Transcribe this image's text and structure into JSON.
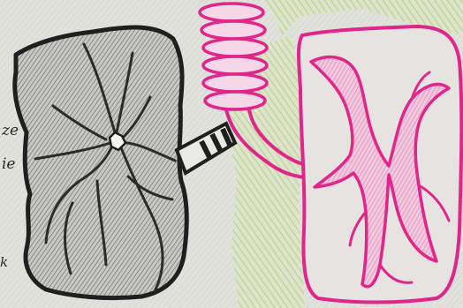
{
  "image": {
    "fragment_texts": [
      "ze",
      "ie",
      "k"
    ]
  },
  "colors": {
    "paper": "#dcdcd6",
    "graphite": "#2b2b2b",
    "shading": "#8a8a88",
    "magenta": "#e0268a",
    "magenta_shading": "#e9a6c9",
    "green_wash": "#b8d77a"
  }
}
